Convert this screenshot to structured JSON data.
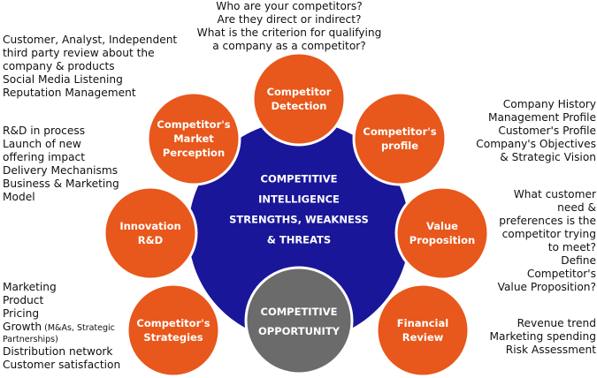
{
  "colors": {
    "center_fill": "#1a169a",
    "node_fill": "#e8571b",
    "node_stroke": "#ffffff",
    "opportunity_fill": "#6b6b6b",
    "label_text": "#ffffff",
    "annotation_text": "#111111"
  },
  "center": {
    "lines": [
      "COMPETITIVE",
      "INTELLIGENCE",
      "STRENGTHS, WEAKNESS",
      "& THREATS"
    ]
  },
  "opportunity": {
    "lines": [
      "COMPETITIVE",
      "OPPORTUNITY"
    ]
  },
  "nodes": [
    {
      "id": "competitor-detection",
      "lines": [
        "Competitor",
        "Detection"
      ]
    },
    {
      "id": "competitors-profile",
      "lines": [
        "Competitor's",
        "profile"
      ]
    },
    {
      "id": "value-proposition",
      "lines": [
        "Value",
        "Proposition"
      ]
    },
    {
      "id": "financial-review",
      "lines": [
        "Financial",
        "Review"
      ]
    },
    {
      "id": "competitors-strategies",
      "lines": [
        "Competitor's",
        "Strategies"
      ]
    },
    {
      "id": "innovation-rd",
      "lines": [
        "Innovation",
        "R&D"
      ]
    },
    {
      "id": "market-perception",
      "lines": [
        "Competitor's",
        "Market",
        "Perception"
      ]
    }
  ],
  "annotations": {
    "competitor_detection": [
      {
        "text": "Who are your competitors?"
      },
      {
        "text": "Are they direct or indirect?"
      },
      {
        "text": "What is the criterion for qualifying"
      },
      {
        "text": "a company as a competitor?"
      }
    ],
    "market_perception": [
      {
        "text": "Customer, Analyst, Independent"
      },
      {
        "text": "third party review about the"
      },
      {
        "text": "company & products"
      },
      {
        "text": "Social Media Listening"
      },
      {
        "text": "Reputation Management"
      }
    ],
    "competitors_profile": [
      {
        "text": "Company History"
      },
      {
        "text": "Management Profile"
      },
      {
        "text": "Customer's Profile"
      },
      {
        "text": "Company's Objectives"
      },
      {
        "text": "& Strategic Vision"
      }
    ],
    "innovation_rd": [
      {
        "text": "R&D in process"
      },
      {
        "text": "Launch of new"
      },
      {
        "text": "offering impact"
      },
      {
        "text": "Delivery Mechanisms"
      },
      {
        "text": "Business & Marketing"
      },
      {
        "text": "Model"
      }
    ],
    "value_proposition": [
      {
        "text": "What customer"
      },
      {
        "text": "need &"
      },
      {
        "text": "preferences is the"
      },
      {
        "text": "competitor trying"
      },
      {
        "text": "to meet?"
      },
      {
        "text": "Define"
      },
      {
        "text": "Competitor's"
      },
      {
        "text": "Value Proposition?"
      }
    ],
    "competitors_strategies": [
      {
        "text": "Marketing"
      },
      {
        "text": "Product"
      },
      {
        "text": "Pricing"
      },
      {
        "text": "Growth",
        "small": " (M&As, Strategic"
      },
      {
        "small_only": "Partnerships)"
      },
      {
        "text": "Distribution network"
      },
      {
        "text": "Customer satisfaction"
      }
    ],
    "financial_review": [
      {
        "text": "Revenue trend"
      },
      {
        "text": "Marketing spending"
      },
      {
        "text": "Risk Assessment"
      }
    ]
  }
}
